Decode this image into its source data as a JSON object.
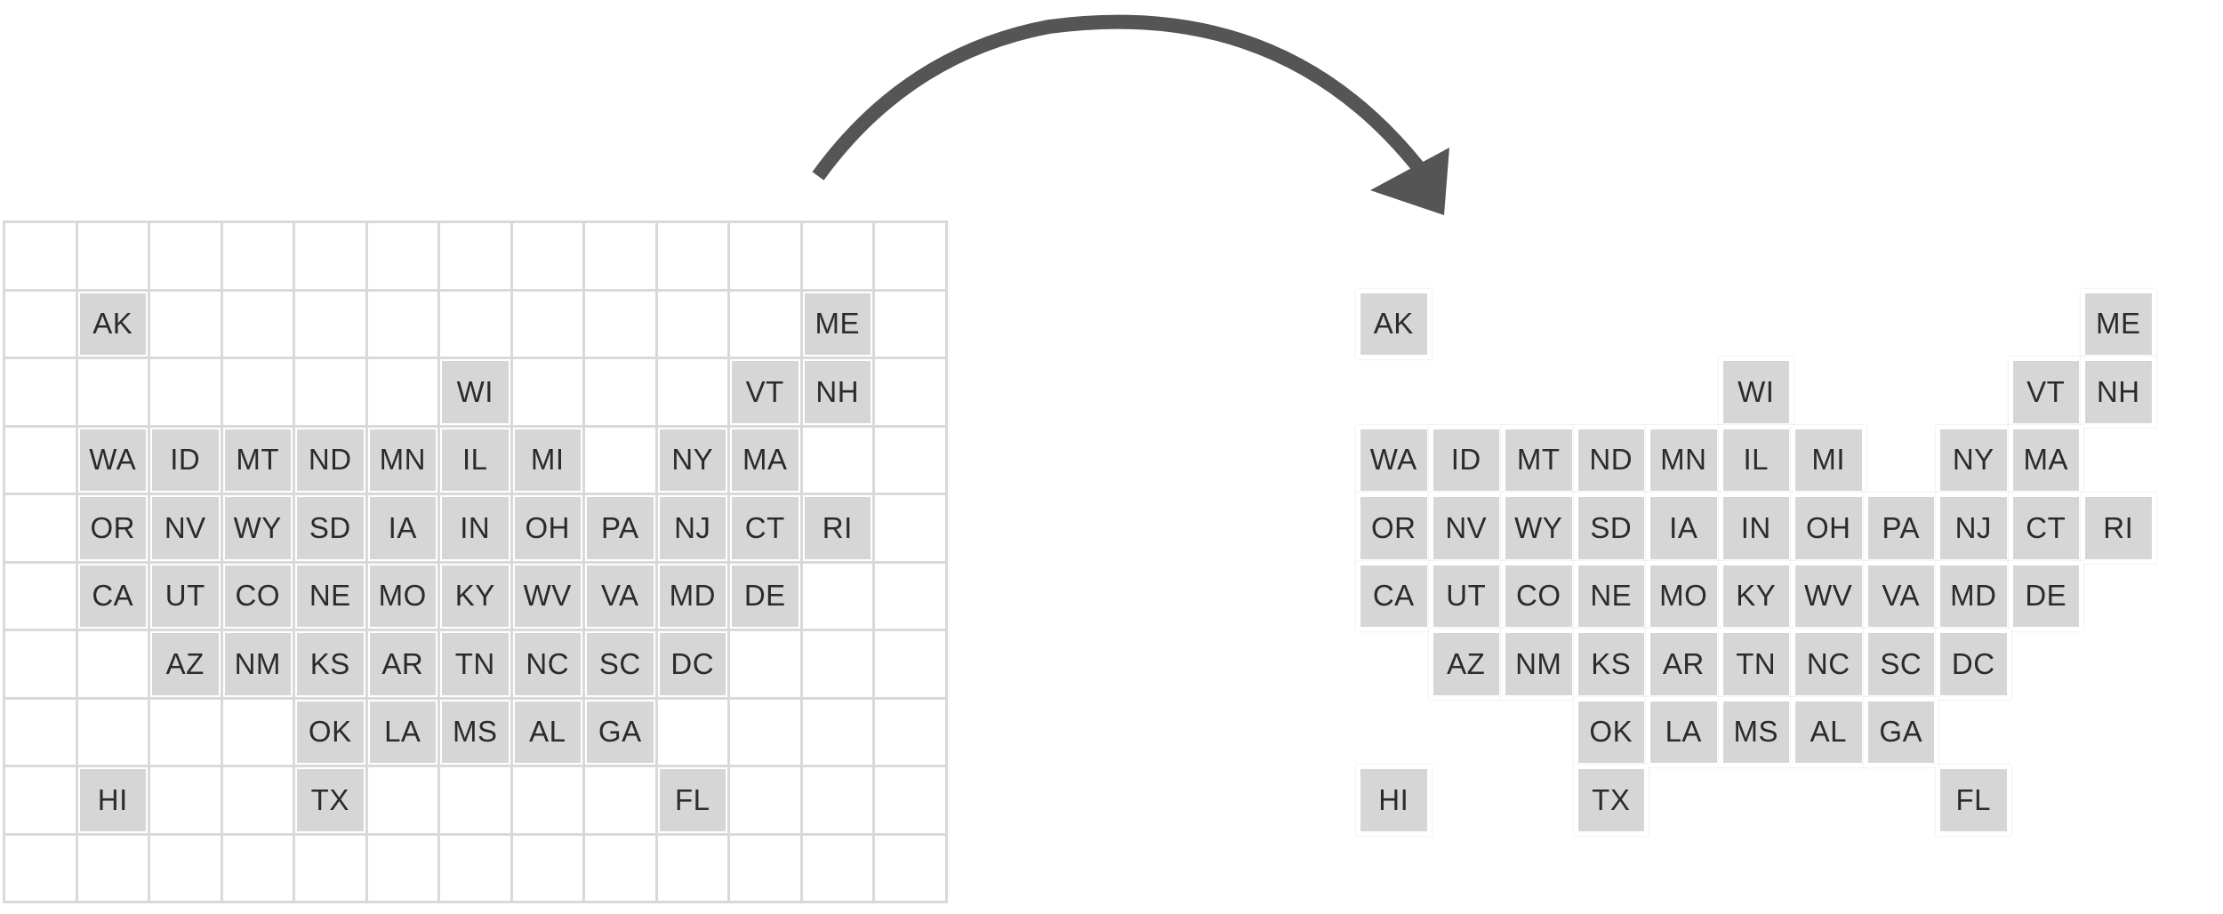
{
  "diagram": {
    "grid_cols": 13,
    "grid_rows": 10,
    "colors": {
      "tile_fill": "#d6d6d6",
      "grid_line": "#d9d9d9",
      "label": "#2b2b2b",
      "arrow": "#555555"
    },
    "arrow_icon": "curved-arrow-icon",
    "states": [
      {
        "label": "AK",
        "col": 1,
        "row": 1
      },
      {
        "label": "ME",
        "col": 11,
        "row": 1
      },
      {
        "label": "WI",
        "col": 6,
        "row": 2
      },
      {
        "label": "VT",
        "col": 10,
        "row": 2
      },
      {
        "label": "NH",
        "col": 11,
        "row": 2
      },
      {
        "label": "WA",
        "col": 1,
        "row": 3
      },
      {
        "label": "ID",
        "col": 2,
        "row": 3
      },
      {
        "label": "MT",
        "col": 3,
        "row": 3
      },
      {
        "label": "ND",
        "col": 4,
        "row": 3
      },
      {
        "label": "MN",
        "col": 5,
        "row": 3
      },
      {
        "label": "IL",
        "col": 6,
        "row": 3
      },
      {
        "label": "MI",
        "col": 7,
        "row": 3
      },
      {
        "label": "NY",
        "col": 9,
        "row": 3
      },
      {
        "label": "MA",
        "col": 10,
        "row": 3
      },
      {
        "label": "OR",
        "col": 1,
        "row": 4
      },
      {
        "label": "NV",
        "col": 2,
        "row": 4
      },
      {
        "label": "WY",
        "col": 3,
        "row": 4
      },
      {
        "label": "SD",
        "col": 4,
        "row": 4
      },
      {
        "label": "IA",
        "col": 5,
        "row": 4
      },
      {
        "label": "IN",
        "col": 6,
        "row": 4
      },
      {
        "label": "OH",
        "col": 7,
        "row": 4
      },
      {
        "label": "PA",
        "col": 8,
        "row": 4
      },
      {
        "label": "NJ",
        "col": 9,
        "row": 4
      },
      {
        "label": "CT",
        "col": 10,
        "row": 4
      },
      {
        "label": "RI",
        "col": 11,
        "row": 4
      },
      {
        "label": "CA",
        "col": 1,
        "row": 5
      },
      {
        "label": "UT",
        "col": 2,
        "row": 5
      },
      {
        "label": "CO",
        "col": 3,
        "row": 5
      },
      {
        "label": "NE",
        "col": 4,
        "row": 5
      },
      {
        "label": "MO",
        "col": 5,
        "row": 5
      },
      {
        "label": "KY",
        "col": 6,
        "row": 5
      },
      {
        "label": "WV",
        "col": 7,
        "row": 5
      },
      {
        "label": "VA",
        "col": 8,
        "row": 5
      },
      {
        "label": "MD",
        "col": 9,
        "row": 5
      },
      {
        "label": "DE",
        "col": 10,
        "row": 5
      },
      {
        "label": "AZ",
        "col": 2,
        "row": 6
      },
      {
        "label": "NM",
        "col": 3,
        "row": 6
      },
      {
        "label": "KS",
        "col": 4,
        "row": 6
      },
      {
        "label": "AR",
        "col": 5,
        "row": 6
      },
      {
        "label": "TN",
        "col": 6,
        "row": 6
      },
      {
        "label": "NC",
        "col": 7,
        "row": 6
      },
      {
        "label": "SC",
        "col": 8,
        "row": 6
      },
      {
        "label": "DC",
        "col": 9,
        "row": 6
      },
      {
        "label": "OK",
        "col": 4,
        "row": 7
      },
      {
        "label": "LA",
        "col": 5,
        "row": 7
      },
      {
        "label": "MS",
        "col": 6,
        "row": 7
      },
      {
        "label": "AL",
        "col": 7,
        "row": 7
      },
      {
        "label": "GA",
        "col": 8,
        "row": 7
      },
      {
        "label": "HI",
        "col": 1,
        "row": 8
      },
      {
        "label": "TX",
        "col": 4,
        "row": 8
      },
      {
        "label": "FL",
        "col": 9,
        "row": 8
      }
    ]
  }
}
